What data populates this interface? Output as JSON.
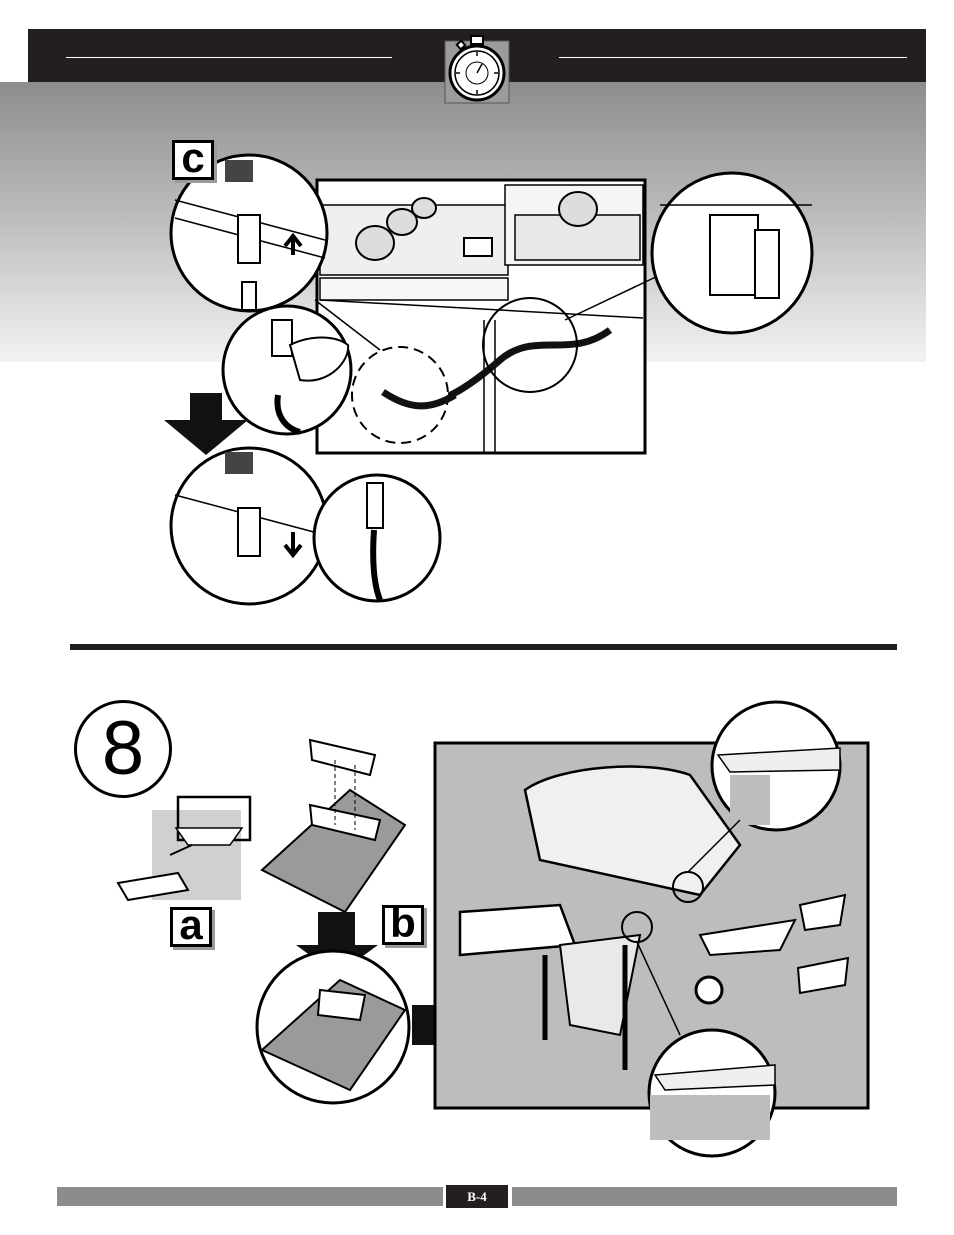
{
  "header": {
    "icon": "stopwatch-icon"
  },
  "step_c": {
    "label": "c"
  },
  "step_8": {
    "number": "8",
    "sub_a": "a",
    "sub_b": "b"
  },
  "footer": {
    "page_number": "B-4"
  },
  "colors": {
    "dark": "#231f20",
    "panel_gray": "#bdbdbd",
    "footer_gray": "#8c8c8c"
  }
}
